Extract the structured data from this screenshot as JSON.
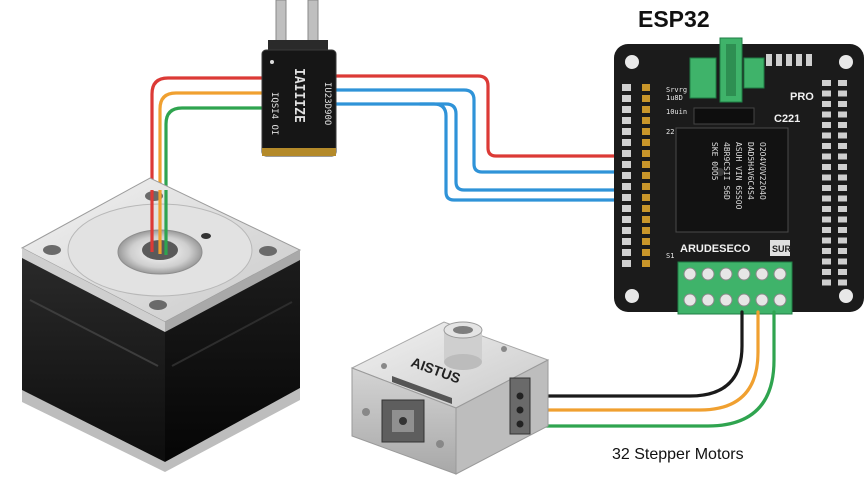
{
  "esp32": {
    "title": "ESP32",
    "silk_pro": "PRO",
    "silk_chip_id": "C221",
    "silk_arudeseco": "ARUDESECO",
    "silk_sur": "SUR",
    "silk_side_1": "Srvrg",
    "silk_side_2": "1u8D",
    "silk_side_3": "10uin",
    "silk_side_4": "22",
    "silk_side_5": "S1",
    "chip_lines": [
      "O2O4VOV22O4O",
      "DAD5H4V6C4S4",
      "ASUH VIN 6SSOO",
      "4BR9CSII S6D",
      "SKE 0OO5"
    ]
  },
  "driver": {
    "silk_left": "IQSI4 OI",
    "silk_right": "IU23D90O",
    "silk_mid": "IAIIIZE"
  },
  "small_block": {
    "label": "AISTUS"
  },
  "caption": "32 Stepper Motors",
  "colors": {
    "wire_red": "#dc3a36",
    "wire_orange": "#f0a030",
    "wire_green": "#2fa44f",
    "wire_blue": "#2f93d8",
    "wire_black": "#1a1a1a",
    "terminal_green": "#3fb36a",
    "pcb": "#1b1b1b"
  }
}
